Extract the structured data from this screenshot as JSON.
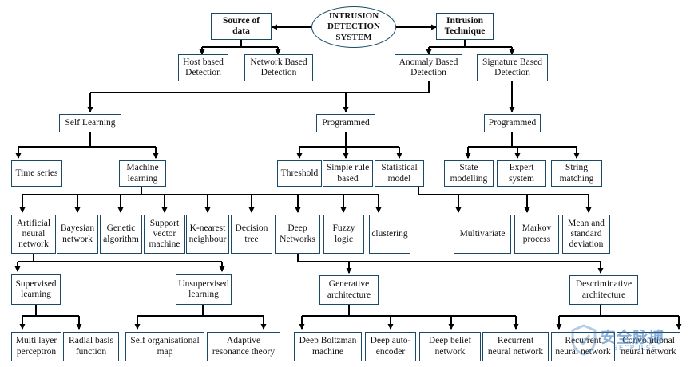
{
  "root": "INTRUSION\nDETECTION\nSYSTEM",
  "source": {
    "label": "Source of\ndata",
    "host": "Host based\nDetection",
    "network": "Network Based\nDetection"
  },
  "technique": {
    "label": "Intrusion\nTechnique",
    "anomaly": "Anomaly Based\nDetection",
    "signature": "Signature Based\nDetection"
  },
  "anomaly": {
    "self_learning": "Self Learning",
    "programmed": "Programmed",
    "time_series": "Time series",
    "machine_learning": "Machine\nlearning",
    "threshold": "Threshold",
    "simple_rule": "Simple rule\nbased",
    "statistical": "Statistical\nmodel"
  },
  "signature": {
    "programmed": "Programmed",
    "state": "State\nmodelling",
    "expert": "Expert\nsystem",
    "string": "String\nmatching"
  },
  "ml": {
    "ann": "Artificial\nneural\nnetwork",
    "bayesian": "Bayesian\nnetwork",
    "genetic": "Genetic\nalgorithm",
    "svm": "Support\nvector\nmachine",
    "knn": "K-nearest\nneighbour",
    "tree": "Decision\ntree",
    "deep": "Deep\nNetworks",
    "fuzzy": "Fuzzy\nlogic",
    "clustering": "clustering"
  },
  "statistical": {
    "multivariate": "Multivariate",
    "markov": "Markov\nprocess",
    "mean": "Mean and\nstandard\ndeviation"
  },
  "ann": {
    "supervised": "Supervised\nlearning",
    "unsupervised": "Unsupervised\nlearning",
    "mlp": "Multi layer\nperceptron",
    "rbf": "Radial basis\nfunction",
    "som": "Self organisational\nmap",
    "art": "Adaptive\nresonance theory"
  },
  "deep": {
    "generative": "Generative\narchitecture",
    "discriminative": "Descriminative\narchitecture",
    "boltzmann": "Deep Boltzman\nmachine",
    "autoencoder": "Deep auto-\nencoder",
    "belief": "Deep belief\nnetwork",
    "rnn_gen": "Recurrent\nneural network",
    "rnn_disc": "Recurrent\nneural network",
    "cnn": "Convolutional\nneural network"
  },
  "watermark": {
    "text": "安全脉搏",
    "sub": "SECPULSE"
  },
  "colors": {
    "box_border": "#1a4a66",
    "line": "#000000",
    "watermark": "#2d6fb5"
  }
}
